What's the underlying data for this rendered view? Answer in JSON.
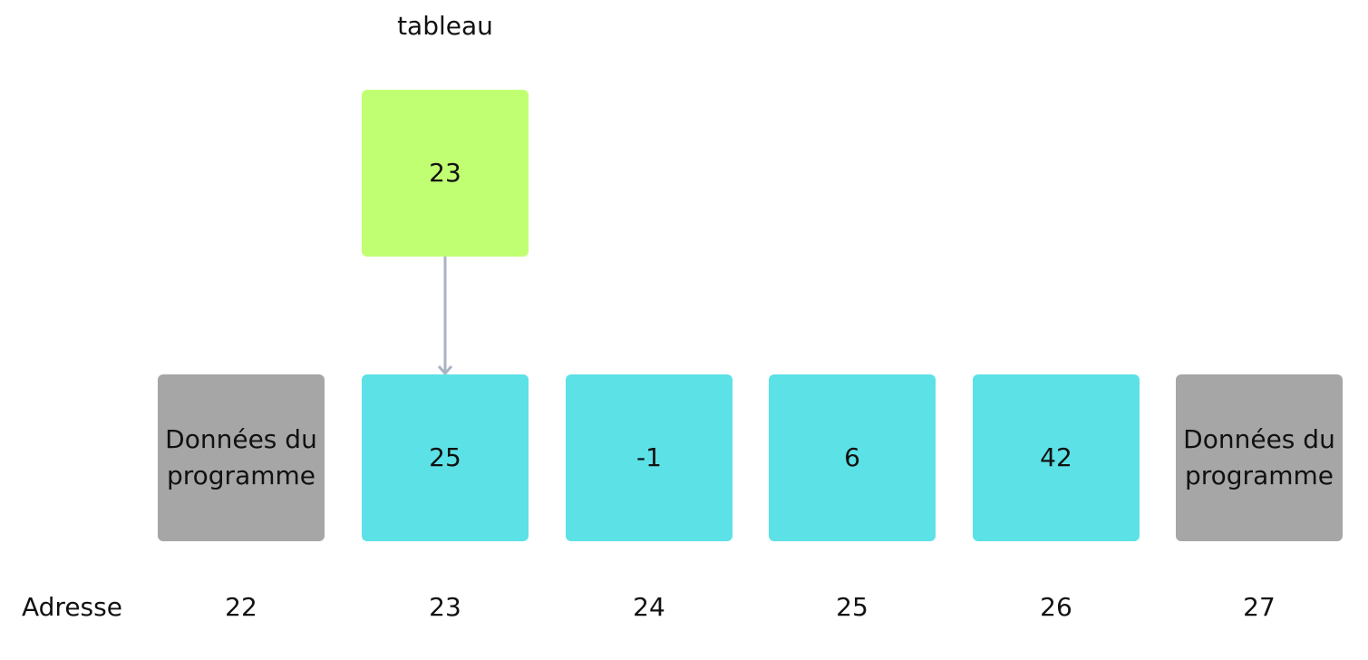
{
  "diagram": {
    "variable_name": "tableau",
    "pointer_value": "23",
    "address_row_label": "Adresse",
    "cells": [
      {
        "content": "Données du programme",
        "kind": "other",
        "address": "22"
      },
      {
        "content": "25",
        "kind": "array",
        "address": "23"
      },
      {
        "content": "-1",
        "kind": "array",
        "address": "24"
      },
      {
        "content": "6",
        "kind": "array",
        "address": "25"
      },
      {
        "content": "42",
        "kind": "array",
        "address": "26"
      },
      {
        "content": "Données du programme",
        "kind": "other",
        "address": "27"
      }
    ],
    "colors": {
      "pointer": "#c1ff72",
      "array_cell": "#5ce1e6",
      "other_data": "#a6a6a6",
      "arrow": "#a9b4c2"
    }
  }
}
